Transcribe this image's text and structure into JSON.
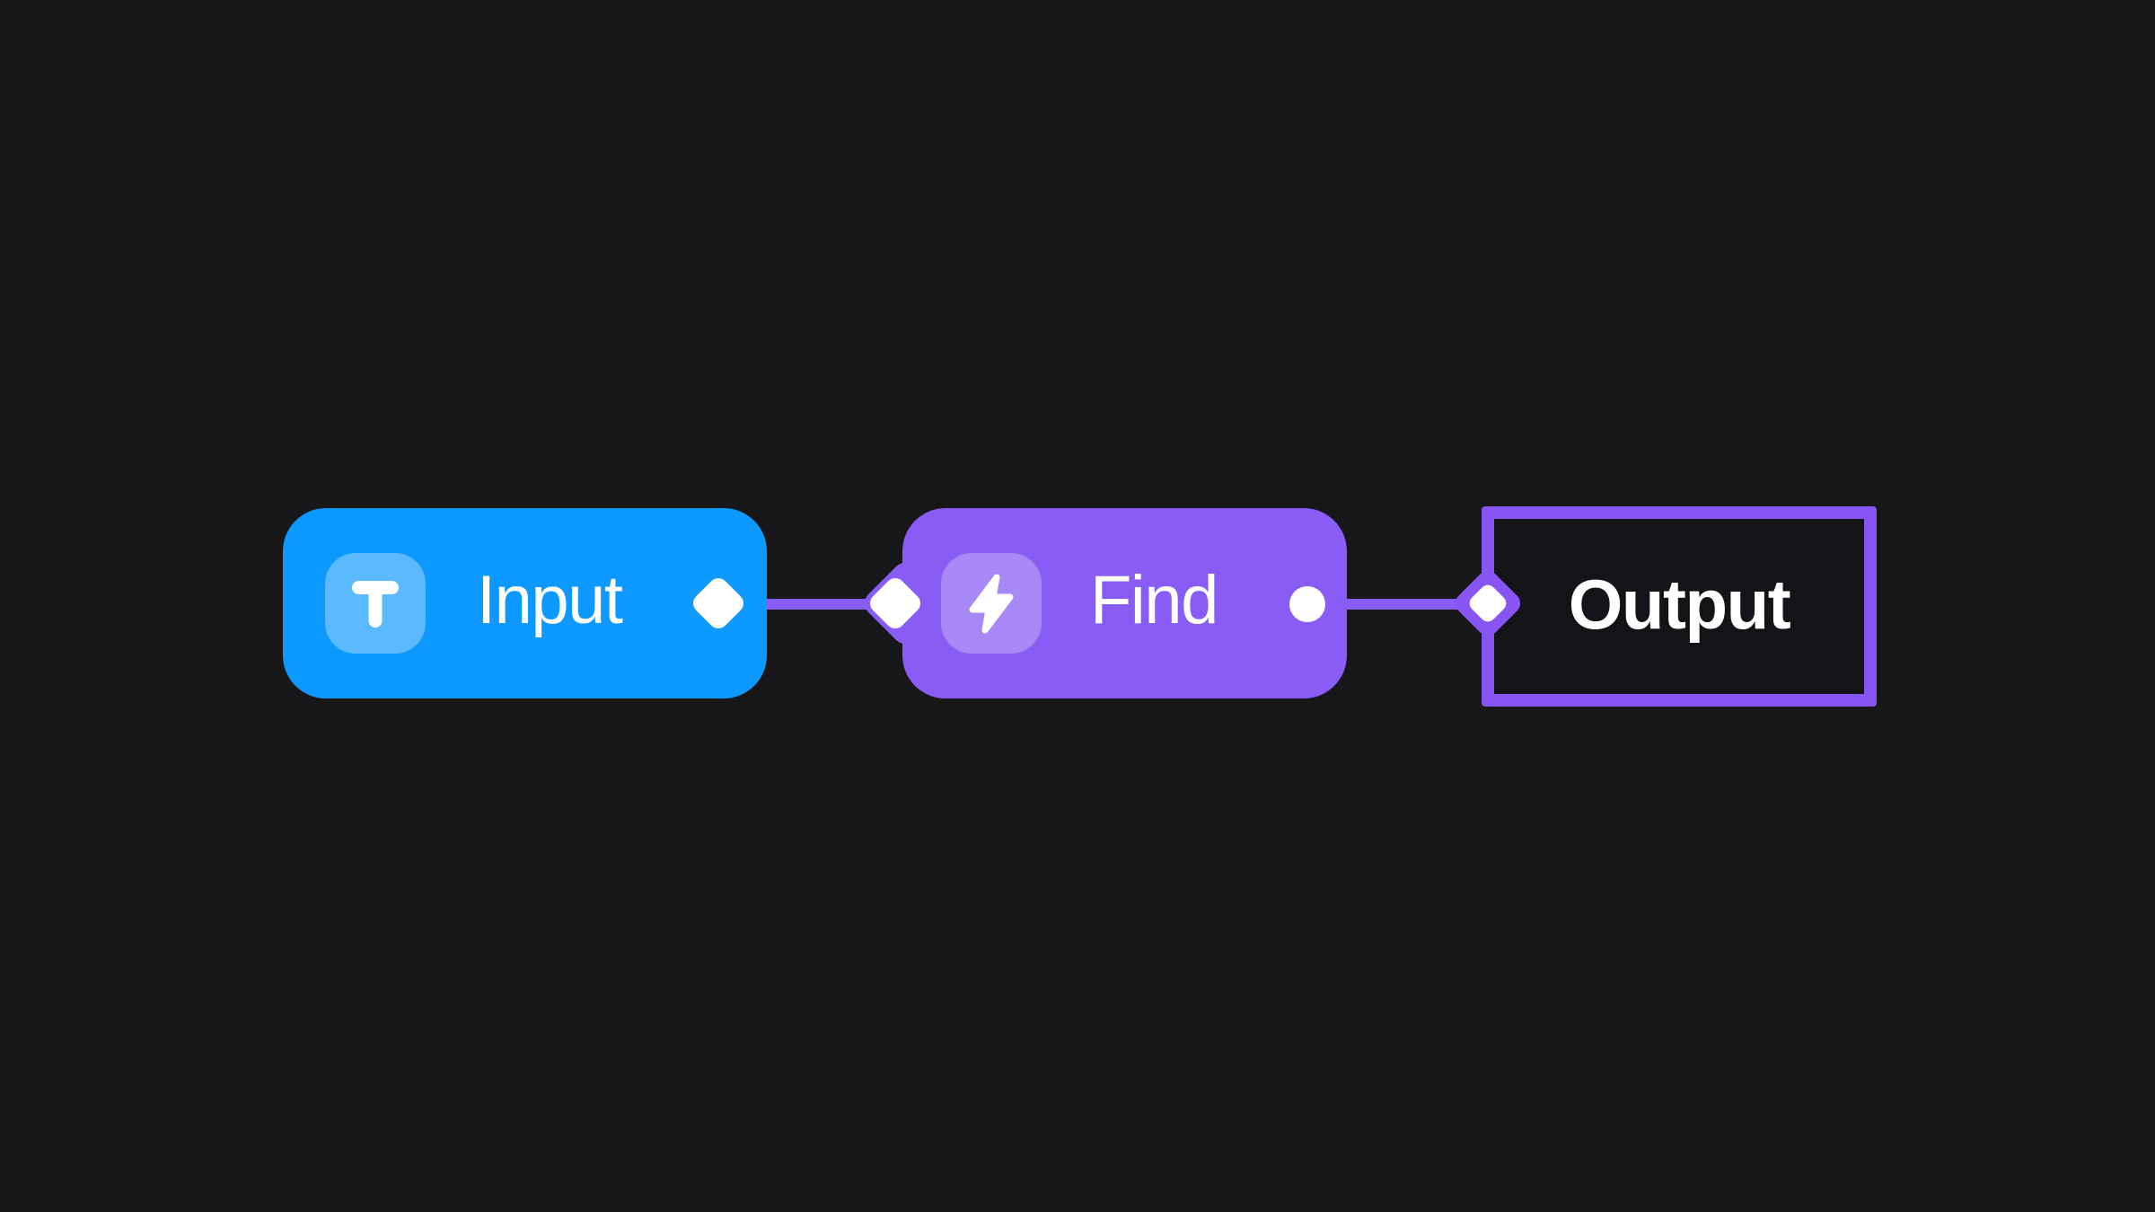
{
  "canvas": {
    "background_color": "#17171A"
  },
  "colors": {
    "node_blue": "#0D99FF",
    "node_purple": "#8A5CF6",
    "edge_purple": "#8A5CF6",
    "output_border_purple": "#8655F3",
    "port_white": "#FFFFFF",
    "label_white": "#FFFFFF"
  },
  "nodes": {
    "input": {
      "label": "Input",
      "icon": "text-icon",
      "color": "#0D99FF"
    },
    "find": {
      "label": "Find",
      "icon": "lightning-icon",
      "color": "#8A5CF6"
    },
    "output": {
      "label": "Output",
      "icon": null,
      "border_color": "#8655F3"
    }
  },
  "edges": [
    {
      "from": "input",
      "to": "find"
    },
    {
      "from": "find",
      "to": "output"
    }
  ]
}
